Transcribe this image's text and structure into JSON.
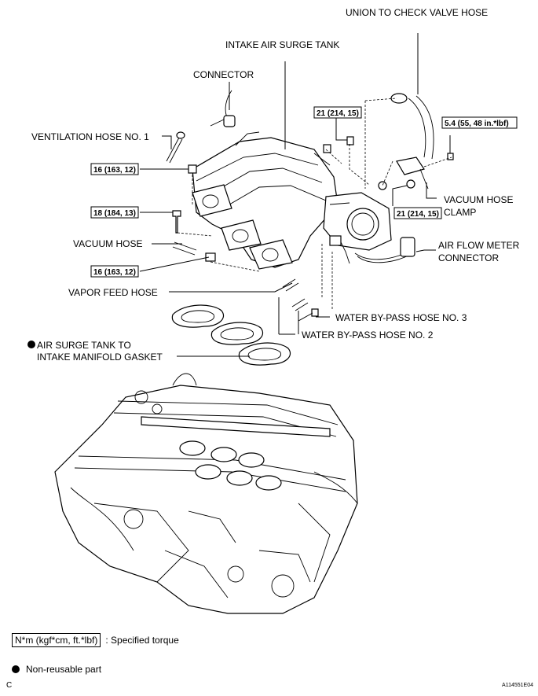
{
  "labels": {
    "union_to_check_valve_hose": "UNION TO CHECK VALVE HOSE",
    "intake_air_surge_tank": "INTAKE AIR SURGE TANK",
    "connector": "CONNECTOR",
    "ventilation_hose_no1": "VENTILATION HOSE NO. 1",
    "vacuum_hose_clamp_line1": "VACUUM HOSE",
    "vacuum_hose_clamp_line2": "CLAMP",
    "vacuum_hose": "VACUUM HOSE",
    "air_flow_meter_line1": "AIR FLOW METER",
    "air_flow_meter_line2": "CONNECTOR",
    "vapor_feed_hose": "VAPOR FEED HOSE",
    "water_bypass_hose_no3": "WATER BY-PASS HOSE NO. 3",
    "water_bypass_hose_no2": "WATER BY-PASS HOSE NO. 2",
    "gasket_line1": "AIR SURGE TANK TO",
    "gasket_line2": "INTAKE MANIFOLD GASKET"
  },
  "torques": {
    "t_21_upper": "21 (214, 15)",
    "t_54": "5.4 (55, 48 in.*lbf)",
    "t_16_upper": "16 (163, 12)",
    "t_18": "18 (184, 13)",
    "t_21_lower": "21 (214, 15)",
    "t_16_lower": "16 (163, 12)"
  },
  "legend": {
    "torque_box": "N*m (kgf*cm, ft.*lbf)",
    "torque_text": ": Specified torque",
    "nonreusable_text": "Non-reusable part"
  },
  "footer": {
    "page_letter": "C",
    "figure_id": "A114551E04"
  }
}
